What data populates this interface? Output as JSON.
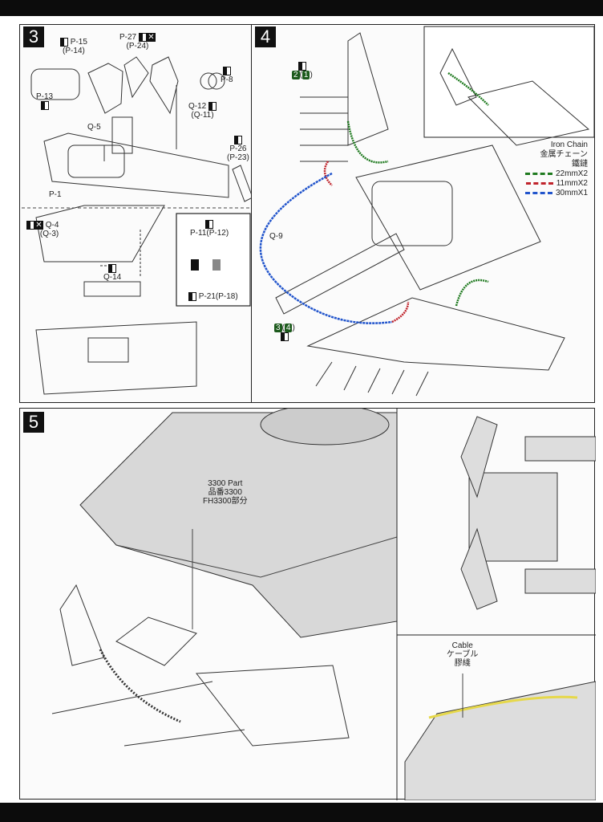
{
  "step3": {
    "number": "3",
    "labels": {
      "p15": "P-15",
      "p14": "(P-14)",
      "p27": "P-27",
      "p24": "(P-24)",
      "p8": "P-8",
      "p13": "P-13",
      "q12": "Q-12",
      "q11": "(Q-11)",
      "q5": "Q-5",
      "p26": "P-26",
      "p23": "(P-23)",
      "p1": "P-1",
      "q4": "Q-4",
      "q3": "(Q-3)",
      "q14": "Q-14",
      "p11": "P-11(P-12)",
      "p21": "P-21(P-18)"
    }
  },
  "step4": {
    "number": "4",
    "q9": "Q-9",
    "callout1": {
      "a": "2",
      "b": "1"
    },
    "callout2": {
      "a": "3",
      "b": "4"
    },
    "legend": {
      "title_en": "Iron Chain",
      "title_jp": "金属チェーン",
      "title_cn": "鐵鏈",
      "items": [
        {
          "label": "22mmX2",
          "color": "#1f7a1f"
        },
        {
          "label": "11mmX2",
          "color": "#c0242c"
        },
        {
          "label": "30mmX1",
          "color": "#2255cc"
        }
      ]
    }
  },
  "step5": {
    "number": "5",
    "part_en": "3300 Part",
    "part_jp": "品番3300",
    "part_cn": "FH3300部分",
    "cable_en": "Cable",
    "cable_jp": "ケーブル",
    "cable_cn": "膠綫",
    "cable_color": "#e6d84a"
  }
}
